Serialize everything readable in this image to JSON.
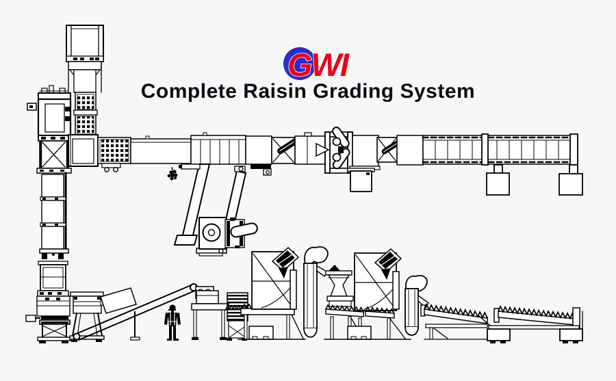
{
  "page": {
    "background": "#f7f7f7"
  },
  "header": {
    "logo": {
      "text": "GWI",
      "circle_color": "#2b2bd0",
      "text_color": "#ec0013"
    },
    "title": "Complete Raisin Grading System",
    "title_color": "#0b0b14"
  },
  "diagram": {
    "style": "black-and-white CAD line drawing, side elevation",
    "line_color": "#000000",
    "fill_color": "#ffffff",
    "components": [
      "overhead-storage-bin",
      "discharge-hopper",
      "bucket-elevator-grid",
      "inspection-tower",
      "cross-brace-section",
      "product-stack-column",
      "overhead-belt-conveyor",
      "screen-grid-section",
      "segmented-conveyor",
      "transfer-xbox-1",
      "destoner-roller-unit",
      "transfer-xbox-2",
      "collection-box",
      "conveyor-support-legs",
      "discharge-chute-left",
      "discharge-chute-right",
      "air-blower-mill",
      "raisin-cluster",
      "infeed-hopper-feeder",
      "vibratory-shaker",
      "incline-belt-conveyor",
      "drive-motor",
      "packing-station",
      "grading-table",
      "air-separator-1",
      "cyclone-duct-1",
      "surge-feeder",
      "air-separator-2",
      "cyclone-duct-2",
      "screw-grader-1",
      "screw-grader-2",
      "operator-figure"
    ]
  }
}
